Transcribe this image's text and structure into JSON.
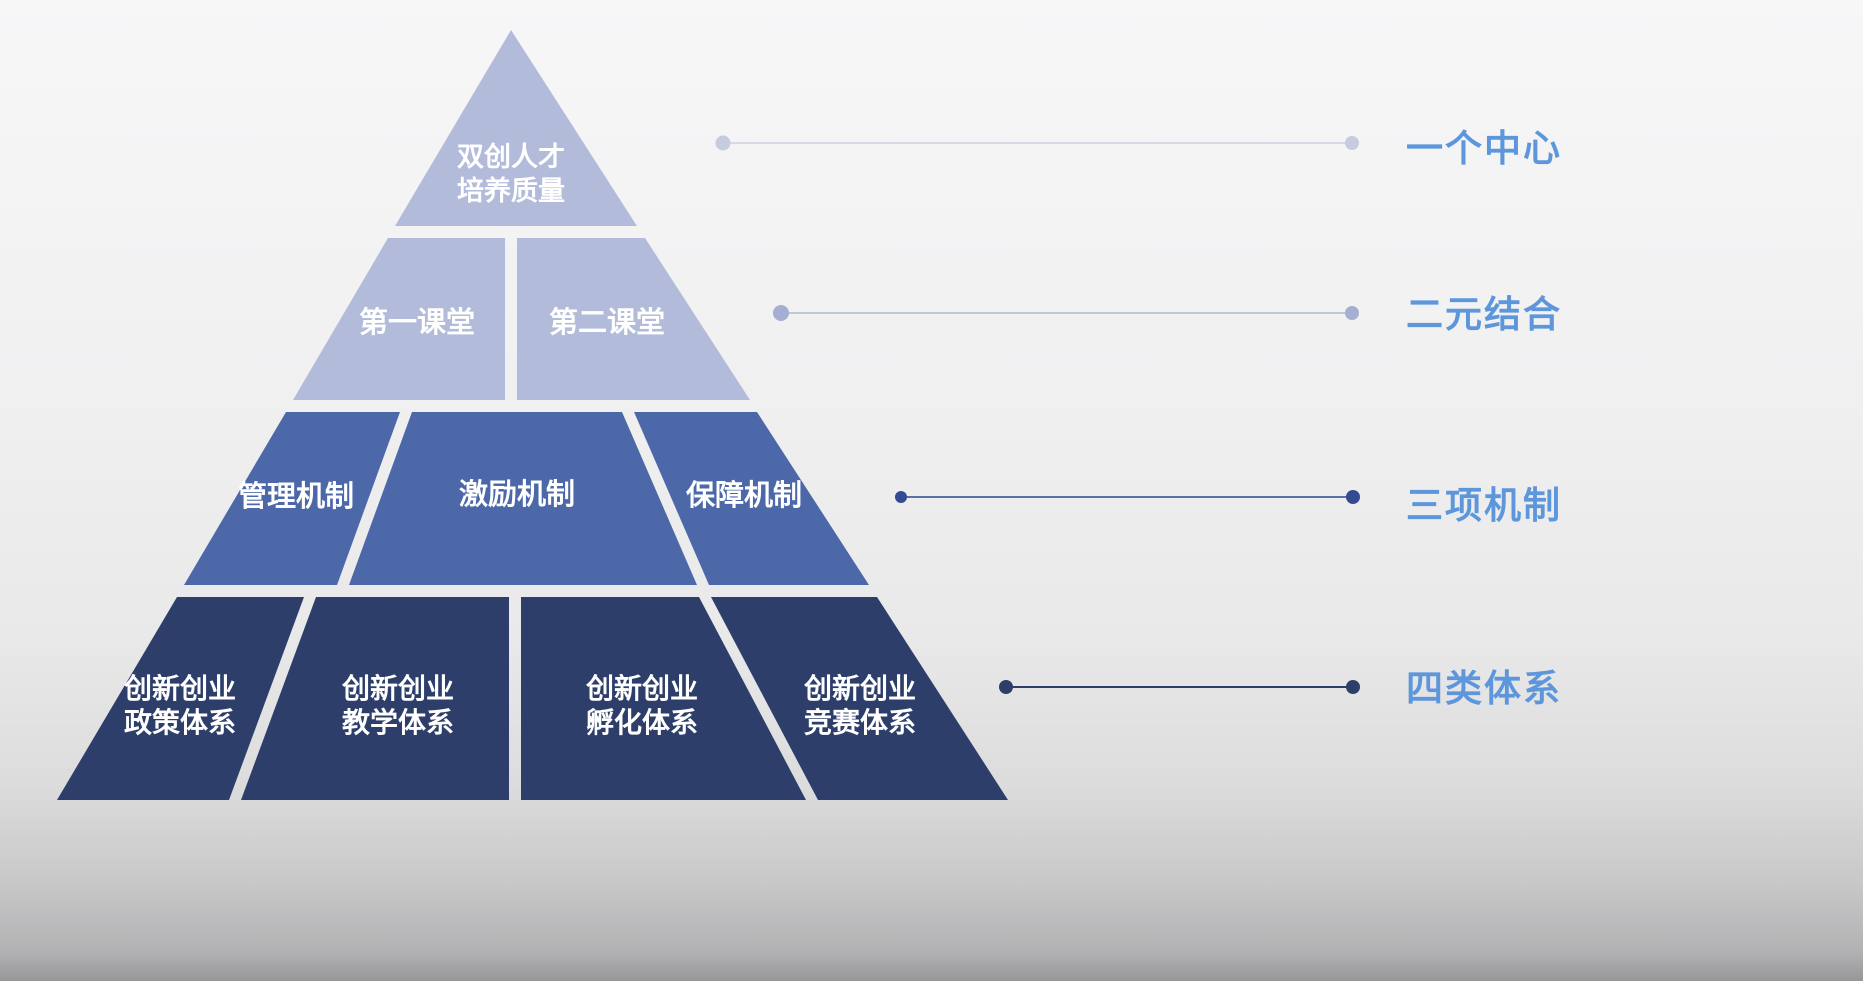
{
  "pyramid": {
    "levels": [
      {
        "name": "level-1-center",
        "color": "#b2bbd9",
        "segments": [
          {
            "lines": [
              "双创人才",
              "培养质量"
            ]
          }
        ]
      },
      {
        "name": "level-2-duality",
        "color": "#b2bbd9",
        "segments": [
          {
            "lines": [
              "第一课堂"
            ]
          },
          {
            "lines": [
              "第二课堂"
            ]
          }
        ]
      },
      {
        "name": "level-3-mechanisms",
        "color": "#4c68a8",
        "segments": [
          {
            "lines": [
              "管理机制"
            ]
          },
          {
            "lines": [
              "激励机制"
            ]
          },
          {
            "lines": [
              "保障机制"
            ]
          }
        ]
      },
      {
        "name": "level-4-systems",
        "color": "#2d3e6b",
        "segments": [
          {
            "lines": [
              "创新创业",
              "政策体系"
            ]
          },
          {
            "lines": [
              "创新创业",
              "教学体系"
            ]
          },
          {
            "lines": [
              "创新创业",
              "孵化体系"
            ]
          },
          {
            "lines": [
              "创新创业",
              "竞赛体系"
            ]
          }
        ]
      }
    ]
  },
  "annotations": [
    {
      "label": "一个中心",
      "line_color": "#ccd2e2",
      "dot_color": "#c5ccde"
    },
    {
      "label": "二元结合",
      "line_color": "#aeb8d6",
      "dot_color": "#a4afd1"
    },
    {
      "label": "三项机制",
      "line_color": "#47609d",
      "dot_color": "#344b92"
    },
    {
      "label": "四类体系",
      "line_color": "#2d3e6b",
      "dot_color": "#2d3e6b"
    }
  ],
  "palette": {
    "annotation_label": "#5e96dc",
    "block_text": "#ffffff"
  }
}
